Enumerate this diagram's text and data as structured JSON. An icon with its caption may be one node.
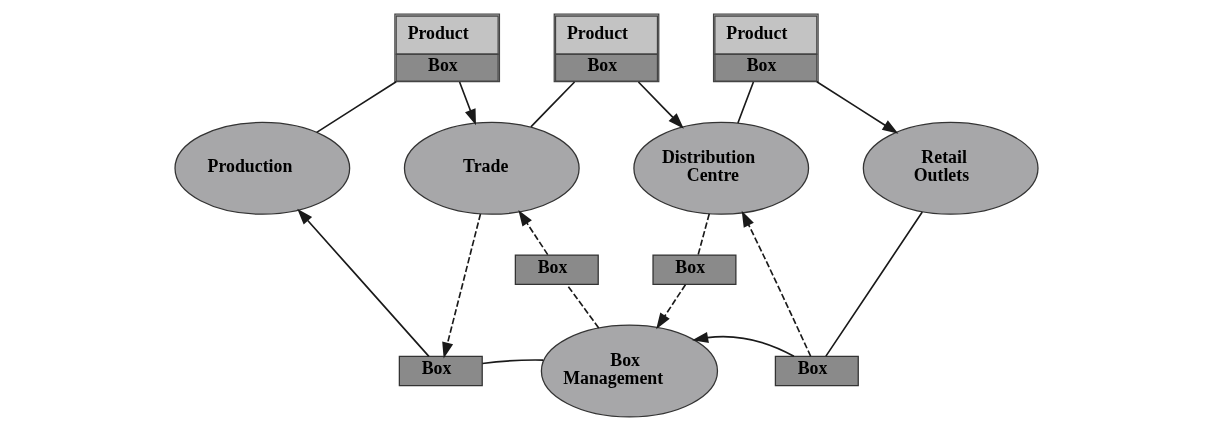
{
  "diagram": {
    "nodes": [
      {
        "text": [
          "Product",
          "Box"
        ]
      },
      {
        "text": [
          "Product",
          "Box"
        ]
      },
      {
        "text": [
          "Product",
          "Box"
        ]
      },
      {
        "text": [
          "Production"
        ]
      },
      {
        "text": [
          "Trade"
        ]
      },
      {
        "text": [
          "Distribution Centre"
        ]
      },
      {
        "text": [
          "Retail Outlets"
        ]
      },
      {
        "text": [
          "Box"
        ]
      },
      {
        "text": [
          "Box"
        ]
      },
      {
        "text": [
          "Box"
        ]
      },
      {
        "text": [
          "Box Management"
        ]
      },
      {
        "text": [
          "Box"
        ]
      }
    ],
    "edges": [
      {
        "from": 3,
        "to": 0,
        "arrow": "none"
      },
      {
        "from": 0,
        "to": 4,
        "arrow": "to"
      },
      {
        "from": 4,
        "to": 1,
        "arrow": "none"
      },
      {
        "from": 1,
        "to": 5,
        "arrow": "to"
      },
      {
        "from": 5,
        "to": 2,
        "arrow": "none"
      },
      {
        "from": 2,
        "to": 6,
        "arrow": "to"
      },
      {
        "from": 6,
        "to": 11,
        "arrow": "none"
      },
      {
        "from": 11,
        "to": 10,
        "arrow": "to"
      },
      {
        "from": 11,
        "to": 5,
        "arrow": "to",
        "style": "dashed"
      },
      {
        "from": 5,
        "to": 8,
        "arrow": "none",
        "style": "dashed"
      },
      {
        "from": 8,
        "to": 10,
        "arrow": "to",
        "style": "dashed"
      },
      {
        "from": 10,
        "to": 7,
        "arrow": "none",
        "style": "dashed"
      },
      {
        "from": 7,
        "to": 4,
        "arrow": "to",
        "style": "dashed"
      },
      {
        "from": 4,
        "to": 9,
        "arrow": "to",
        "style": "dashed"
      },
      {
        "from": 10,
        "to": 9,
        "arrow": "none"
      },
      {
        "from": 9,
        "to": 3,
        "arrow": "to"
      }
    ]
  }
}
